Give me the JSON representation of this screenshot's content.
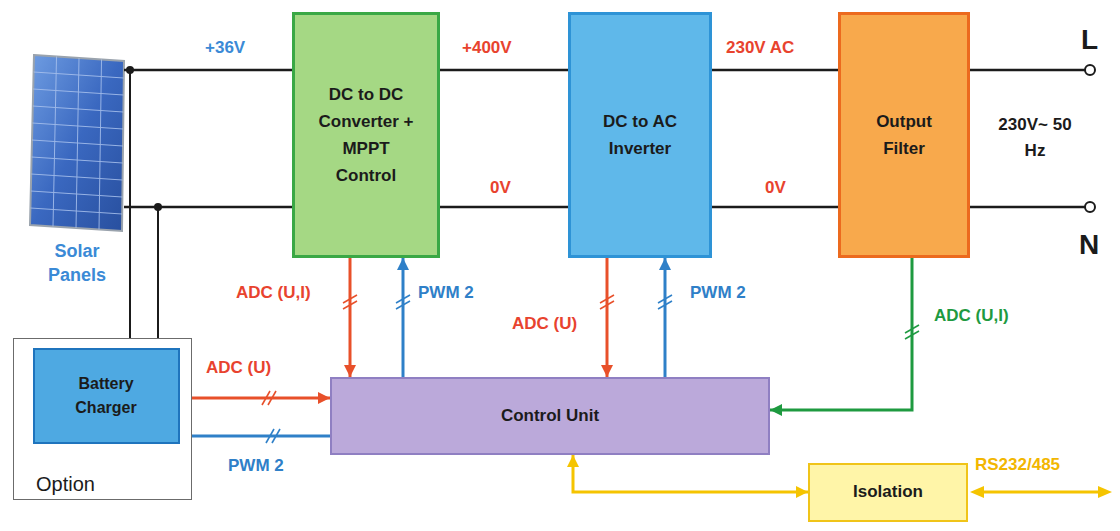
{
  "diagram": {
    "nodes": [
      {
        "text": [
          "Solar Panels"
        ]
      },
      {
        "text": [
          "DC to DC Converter + MPPT Control"
        ]
      },
      {
        "text": [
          "DC to AC Inverter"
        ]
      },
      {
        "text": [
          "Output Filter"
        ]
      },
      {
        "text": [
          "Option"
        ]
      },
      {
        "text": [
          "Battery Charger"
        ],
        "in": 4
      },
      {
        "text": [
          "Control Unit"
        ]
      },
      {
        "text": [
          "Isolation"
        ]
      }
    ],
    "edges": [
      {
        "from": 0,
        "to": 1,
        "arrow": "none",
        "label": "+36V"
      },
      {
        "from": 0,
        "to": 1,
        "arrow": "none"
      },
      {
        "from": 1,
        "to": 2,
        "arrow": "none",
        "label": "+400V"
      },
      {
        "from": 1,
        "to": 2,
        "arrow": "none",
        "label": "0V"
      },
      {
        "from": 2,
        "to": 3,
        "arrow": "none",
        "label": "230V AC"
      },
      {
        "from": 2,
        "to": 3,
        "arrow": "none",
        "label": "0V"
      },
      {
        "from": 5,
        "to": 0,
        "arrow": "none"
      },
      {
        "from": 5,
        "to": 0,
        "arrow": "none"
      },
      {
        "from": 1,
        "to": 6,
        "arrow": "to",
        "label": "ADC (U,I)"
      },
      {
        "from": 6,
        "to": 1,
        "arrow": "to",
        "label": "PWM 2"
      },
      {
        "from": 2,
        "to": 6,
        "arrow": "to",
        "label": "ADC (U)"
      },
      {
        "from": 6,
        "to": 2,
        "arrow": "to",
        "label": "PWM 2"
      },
      {
        "from": 3,
        "to": 6,
        "arrow": "to",
        "label": "ADC (U,I)"
      },
      {
        "from": 5,
        "to": 6,
        "arrow": "to",
        "label": "ADC (U)"
      },
      {
        "from": 6,
        "to": 5,
        "arrow": "to",
        "label": "PWM 2"
      },
      {
        "from": 6,
        "to": 7,
        "arrow": "both"
      }
    ],
    "labels": [
      "L",
      "230V~ 50 Hz",
      "N",
      "RS232/485"
    ]
  }
}
